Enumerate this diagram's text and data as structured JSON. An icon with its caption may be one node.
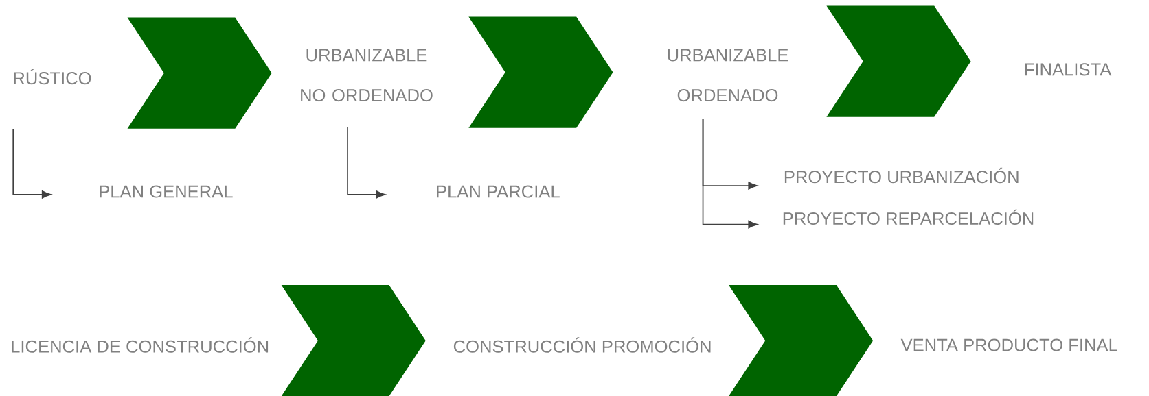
{
  "diagram": {
    "nodes": [
      {
        "text": [
          "RÚSTICO"
        ]
      },
      {
        "text": [
          "URBANIZABLE NO ORDENADO"
        ]
      },
      {
        "text": [
          "URBANIZABLE ORDENADO"
        ]
      },
      {
        "text": [
          "FINALISTA"
        ]
      },
      {
        "text": [
          "PLAN GENERAL"
        ]
      },
      {
        "text": [
          "PLAN PARCIAL"
        ]
      },
      {
        "text": [
          "PROYECTO URBANIZACIÓN"
        ]
      },
      {
        "text": [
          "PROYECTO REPARCELACIÓN"
        ]
      },
      {
        "text": [
          "LICENCIA DE CONSTRUCCIÓN"
        ]
      },
      {
        "text": [
          "CONSTRUCCIÓN PROMOCIÓN"
        ]
      },
      {
        "text": [
          "VENTA PRODUCTO FINAL"
        ]
      }
    ],
    "edges": [
      {
        "from": 0,
        "to": 1,
        "arrow": "to",
        "style": "thick",
        "color": "#006400"
      },
      {
        "from": 1,
        "to": 2,
        "arrow": "to",
        "style": "thick",
        "color": "#006400"
      },
      {
        "from": 2,
        "to": 3,
        "arrow": "to",
        "style": "thick",
        "color": "#006400"
      },
      {
        "from": 8,
        "to": 9,
        "arrow": "to",
        "style": "thick",
        "color": "#006400"
      },
      {
        "from": 9,
        "to": 10,
        "arrow": "to",
        "style": "thick",
        "color": "#006400"
      },
      {
        "from": 0,
        "to": 4,
        "arrow": "to"
      },
      {
        "from": 1,
        "to": 5,
        "arrow": "to"
      },
      {
        "from": 2,
        "to": 6,
        "arrow": "to"
      },
      {
        "from": 2,
        "to": 7,
        "arrow": "to"
      }
    ]
  }
}
